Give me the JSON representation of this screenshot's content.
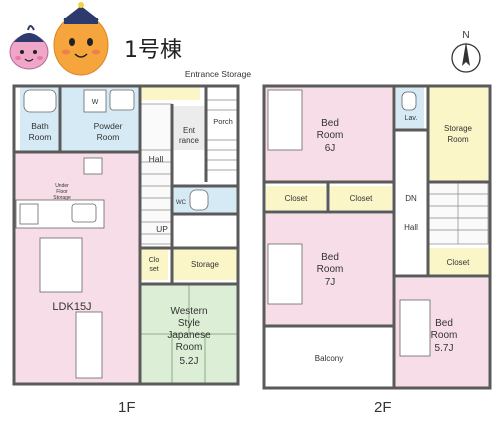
{
  "title": "1号棟",
  "header_label": "Entrance Storage",
  "floors": {
    "first": {
      "label": "1F",
      "rooms": {
        "bath": [
          "Bath",
          "Room"
        ],
        "powder": [
          "Powder",
          "Room"
        ],
        "entrance": [
          "Ent",
          "rance"
        ],
        "porch": "Porch",
        "hall": "Hall",
        "up": "UP",
        "closet": [
          "Clo",
          "set"
        ],
        "storage": "Storage",
        "ldk": "LDK15J",
        "japanese": [
          "Western",
          "Style",
          "Japanese",
          "Room",
          "5.2J"
        ],
        "wc": "WC",
        "underfloor": [
          "Under",
          "Floor",
          "Storage"
        ]
      }
    },
    "second": {
      "label": "2F",
      "rooms": {
        "bed_a": [
          "Bed",
          "Room",
          "6J"
        ],
        "lav": "Lav.",
        "storage_room": [
          "Storage",
          "Room"
        ],
        "closet_a": "Closet",
        "closet_b": "Closet",
        "closet_c": "Closet",
        "dn": "DN",
        "hall": "Hall",
        "bed_b": [
          "Bed",
          "Room",
          "7J"
        ],
        "bed_c": [
          "Bed",
          "Room",
          "5.7J"
        ],
        "balcony": "Balcony"
      }
    }
  },
  "icons": {
    "mascot_small": "pink-onion-mascot-icon",
    "mascot_large": "orange-mascot-icon",
    "compass": "north-compass-icon",
    "compass_letter": "N"
  },
  "colors": {
    "wall": "#5a5a5a",
    "pink_room": "#f7dde8",
    "blue_room": "#d6eaf6",
    "yellow_room": "#fbf6c8",
    "green_room": "#dcefd6",
    "grey_area": "#ececec",
    "mascot_pink": "#f0a6c8",
    "mascot_orange": "#f6a53c",
    "hat_navy": "#2d3a6e"
  }
}
